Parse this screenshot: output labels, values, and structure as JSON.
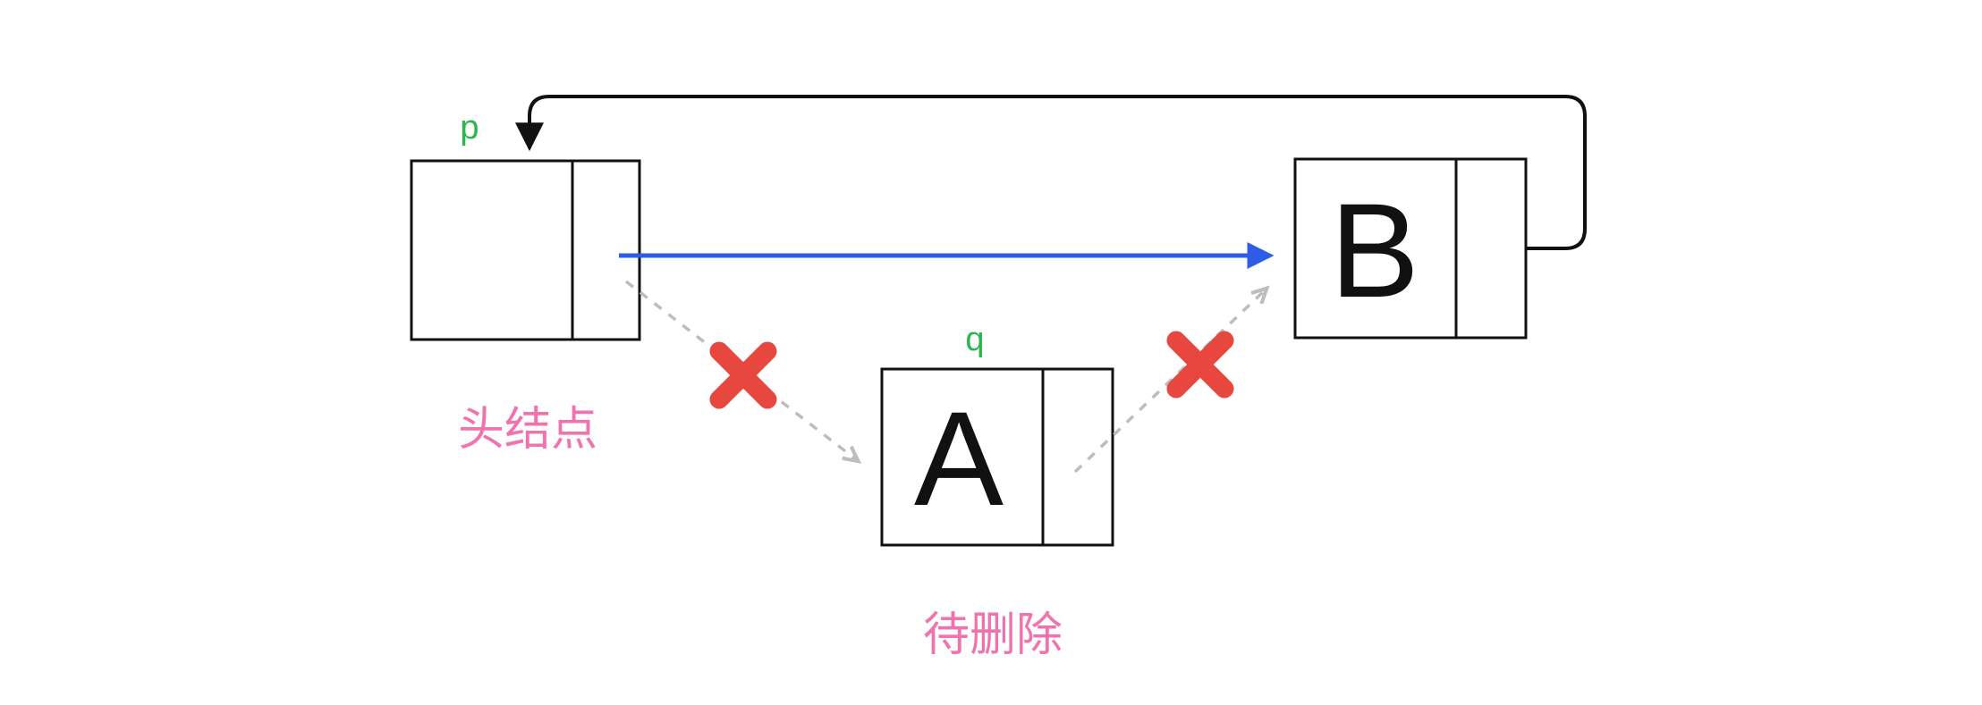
{
  "labels": {
    "pointer_p": "p",
    "pointer_q": "q",
    "node_a": "A",
    "node_b": "B",
    "head_caption": "头结点",
    "delete_caption": "待删除"
  },
  "colors": {
    "pointer_label_green": "#2cb64e",
    "caption_pink": "#f173ae",
    "new_link_blue": "#2e5ce6",
    "delete_cross_red": "#e8473f",
    "old_link_gray": "#bdbdbd",
    "line_black": "#111111",
    "background": "#ffffff"
  }
}
